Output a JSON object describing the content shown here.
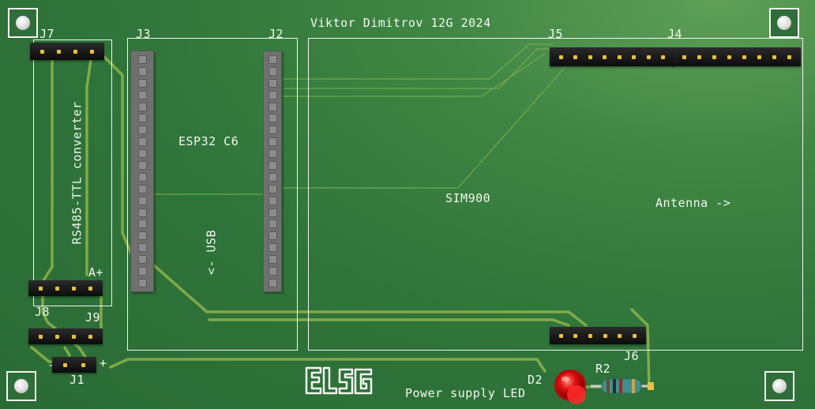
{
  "board": {
    "author_line": "Viktor Dimitrov 12G 2024",
    "colors": {
      "pcb": "#2f743a",
      "trace": "#8bb04a",
      "silkscreen": "#f4f6f0",
      "header": "#111111",
      "pin": "#e9c03a",
      "led": "#e01010"
    }
  },
  "designators": {
    "j7": "J7",
    "j3": "J3",
    "j2": "J2",
    "j5": "J5",
    "j4": "J4",
    "j8": "J8",
    "j9": "J9",
    "j1": "J1",
    "j6": "J6",
    "d2": "D2",
    "r2": "R2"
  },
  "labels": {
    "rs485": "RS485-TTL converter",
    "esp32": "ESP32 C6",
    "usb": "<- USB",
    "sim900": "SIM900",
    "antenna": "Antenna ->",
    "a_plus": "A+",
    "minus": "-",
    "plus": "+",
    "power_led": "Power supply LED"
  },
  "logo": {
    "text": "ELSYS"
  },
  "icons": {
    "mounting_hole": "mounting-hole-icon",
    "logo": "elsys-logo-icon",
    "led": "led-icon",
    "resistor": "resistor-icon"
  }
}
